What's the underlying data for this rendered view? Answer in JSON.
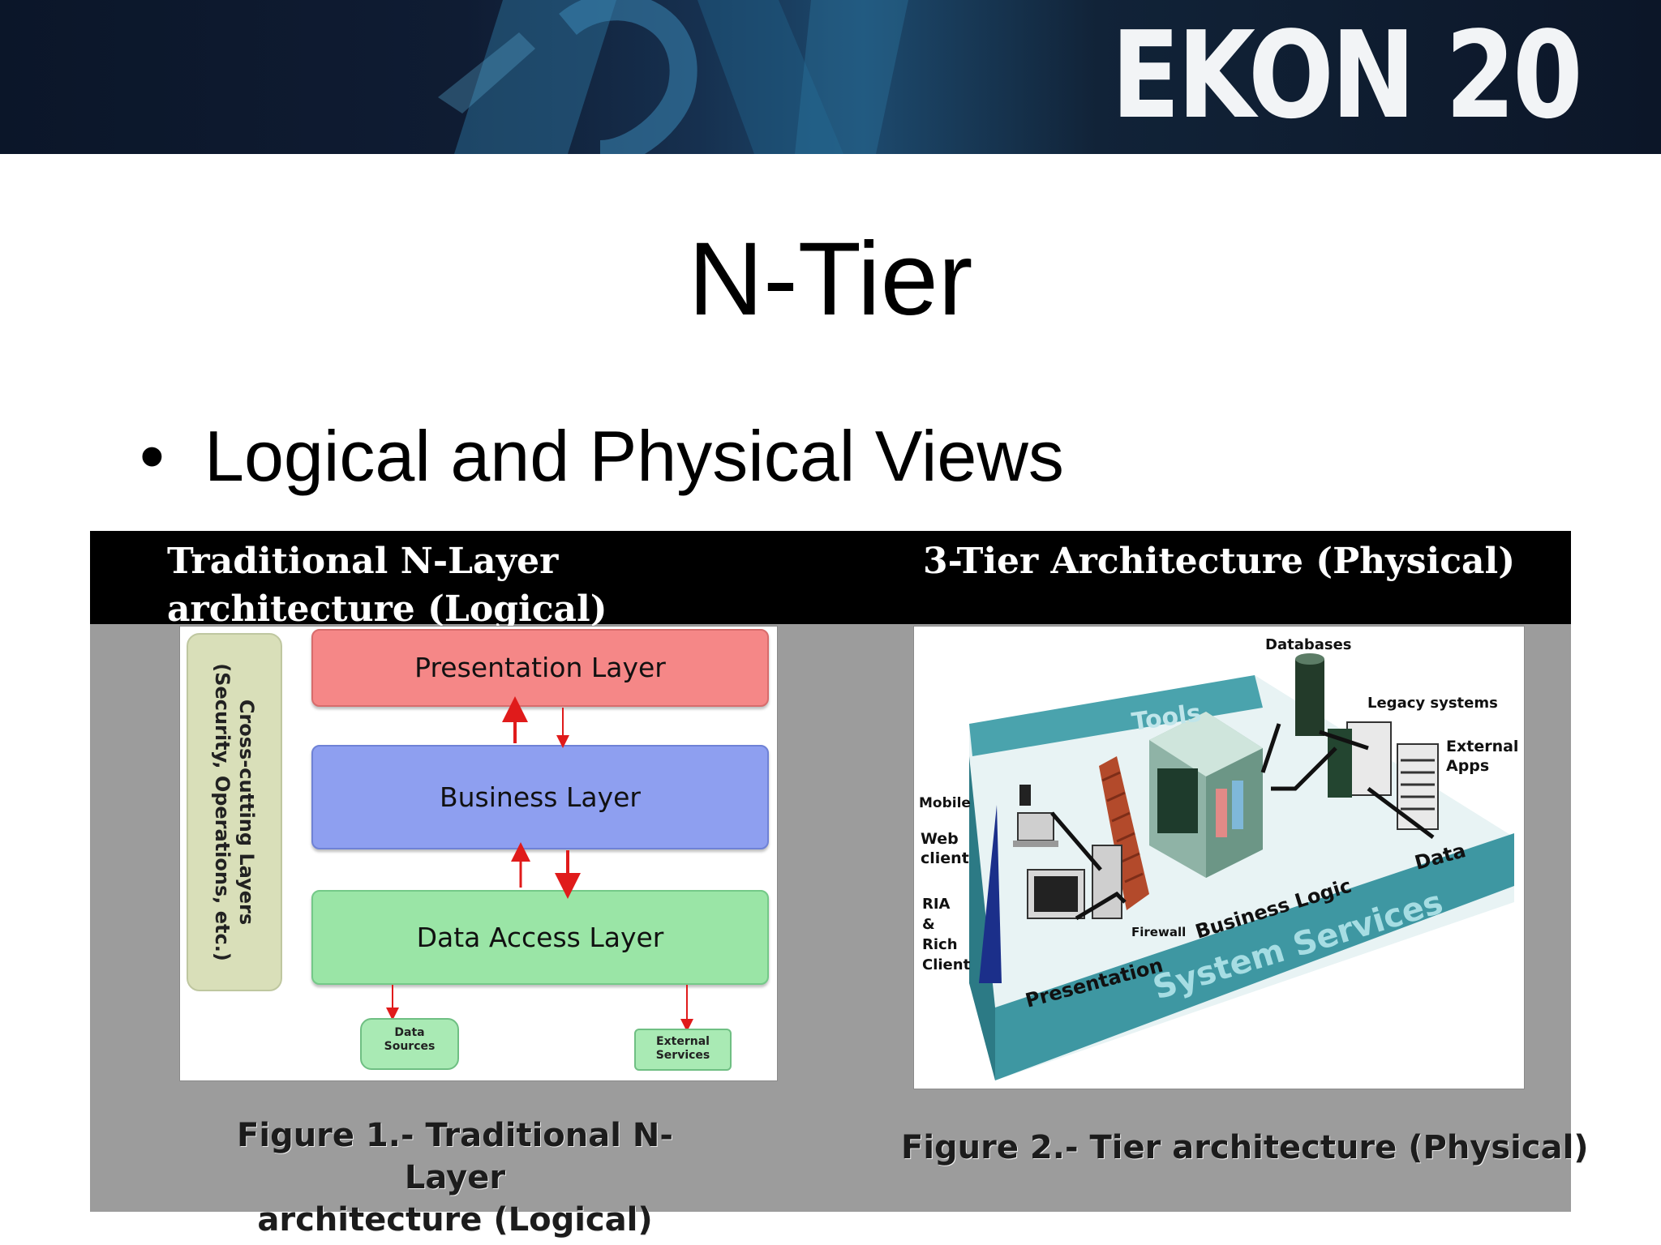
{
  "banner": {
    "logo": "EKON 20"
  },
  "slide": {
    "title": "N-Tier",
    "bullet_marker": "•",
    "bullet": "Logical and Physical Views"
  },
  "figures": {
    "left_heading": "Traditional N-Layer architecture (Logical)",
    "right_heading": "3-Tier Architecture (Physical)",
    "figure1": {
      "cross_cutting": "Cross-cutting Layers",
      "cross_cutting_sub": "(Security, Operations, etc.)",
      "presentation": "Presentation Layer",
      "business": "Business Layer",
      "data_access": "Data Access Layer",
      "data_sources_1": "Data",
      "data_sources_2": "Sources",
      "external_1": "External",
      "external_2": "Services",
      "caption_line1": "Figure 1.-  Traditional N-Layer",
      "caption_line2": "architecture (Logical)"
    },
    "figure2": {
      "databases": "Databases",
      "legacy": "Legacy systems",
      "external_1": "External",
      "external_2": "Apps",
      "tools": "Tools",
      "mobile": "Mobile",
      "web_1": "Web",
      "web_2": "client",
      "ria_1": "RIA",
      "ria_2": "&",
      "ria_3": "Rich",
      "ria_4": "Client",
      "firewall": "Firewall",
      "business_logic": "Business Logic",
      "data": "Data",
      "presentation": "Presentation",
      "system_services": "System Services",
      "caption": "Figure 2.-  Tier architecture (Physical)"
    }
  },
  "colors": {
    "banner": "#0f1c33",
    "presentation_layer": "#f58787",
    "business_layer": "#8e9ff0",
    "data_access_layer": "#9ae5a6",
    "cross_cutting": "#d9dfb9",
    "panel": "#9c9c9c",
    "arrow": "#e01b1b",
    "platform": "#4aa3ad"
  }
}
